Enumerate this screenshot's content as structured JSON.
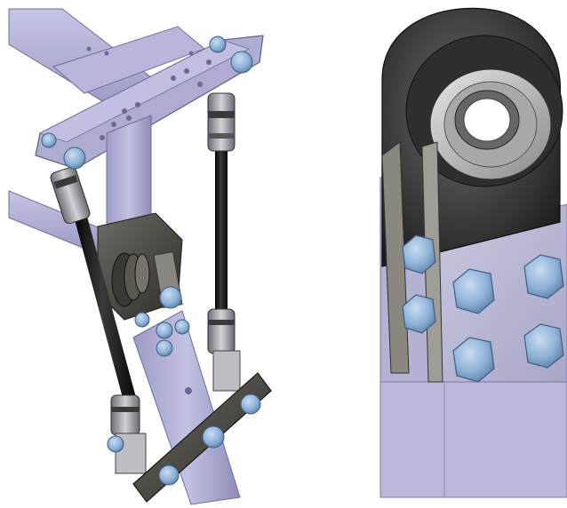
{
  "figure": {
    "panels": [
      {
        "id": "left",
        "subject": "linkage-assembly"
      },
      {
        "id": "right",
        "subject": "bearing-joint-detail"
      }
    ],
    "colors": {
      "frame_tube": "#b4b3d6",
      "frame_tube_shadow": "#8f8db8",
      "plate": "#a9a7cc",
      "rod": "#141414",
      "rod_end_metal": "#9a9aa2",
      "bolt_blue": "#8fb2d8",
      "bolt_blue_dark": "#5d7fa8",
      "dark_link": "#4a4642",
      "bearing_housing": "#3f3f3f",
      "bearing_race": "#bdbdbd",
      "background": "#ffffff"
    }
  }
}
